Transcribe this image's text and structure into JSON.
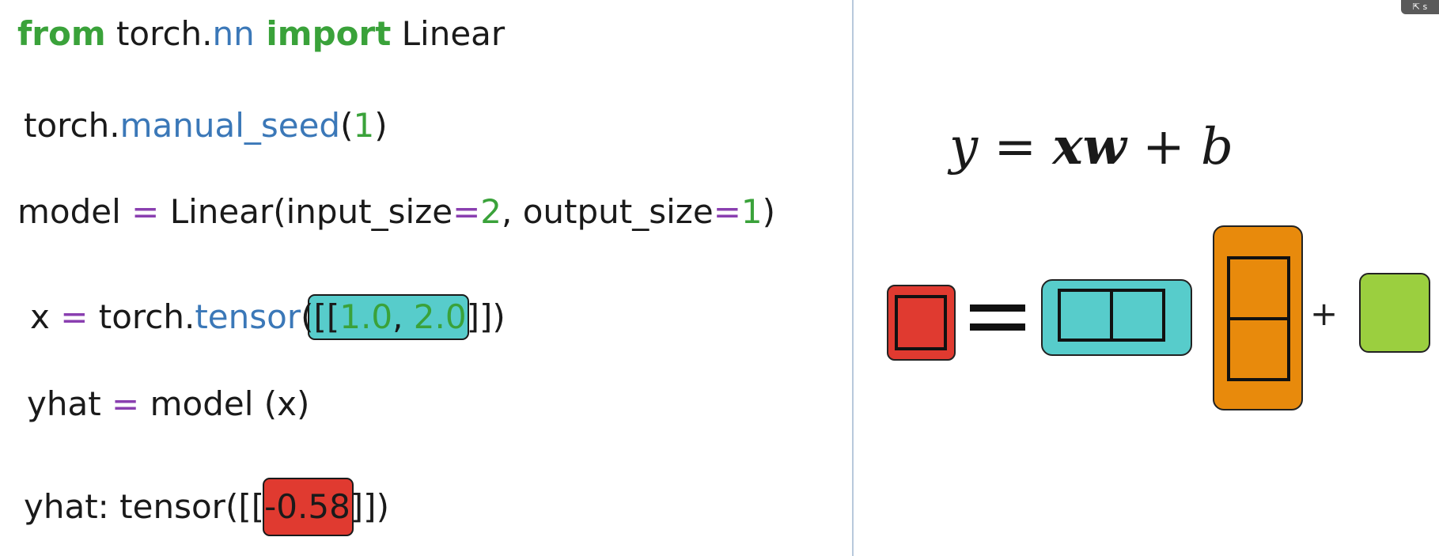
{
  "code": {
    "line1": {
      "kw_from": "from",
      "mod_a": " torch.",
      "mod_b": "nn",
      "kw_import": " import",
      "cls": " Linear"
    },
    "line2": {
      "obj": "torch.",
      "fn": "manual_seed",
      "open": "(",
      "num": "1",
      "close": ")"
    },
    "line3": {
      "var": "model",
      "eq": " = ",
      "call": "Linear(input_size",
      "eq2": "=",
      "num1": "2",
      "mid": ", output_size",
      "eq3": "=",
      "num2": "1",
      "close": ")"
    },
    "line4": {
      "var": "x",
      "eq": " = ",
      "obj": "torch.",
      "fn": "tensor",
      "open": "([[",
      "num1": "1.0",
      "comma": ", ",
      "num2": "2.0",
      "close": "]])"
    },
    "line5": {
      "var": "yhat",
      "eq": " = ",
      "rest": "model (x)"
    },
    "line6": {
      "prefix": "yhat: tensor([[",
      "value": "-0.58",
      "close": "]])"
    }
  },
  "equation": {
    "y": "y",
    "eq": " = ",
    "x": "x",
    "w": "w",
    "plus": " + ",
    "b": "b"
  },
  "diagram": {
    "plus": "+"
  },
  "colors": {
    "keyword": "#3aa23a",
    "function": "#3b78b8",
    "operator": "#8a3fb0",
    "y_box": "#e03a30",
    "x_box": "#57cccb",
    "w_box": "#e88a0c",
    "b_box": "#9bcf3f"
  },
  "corner_badge": "⇱ s"
}
